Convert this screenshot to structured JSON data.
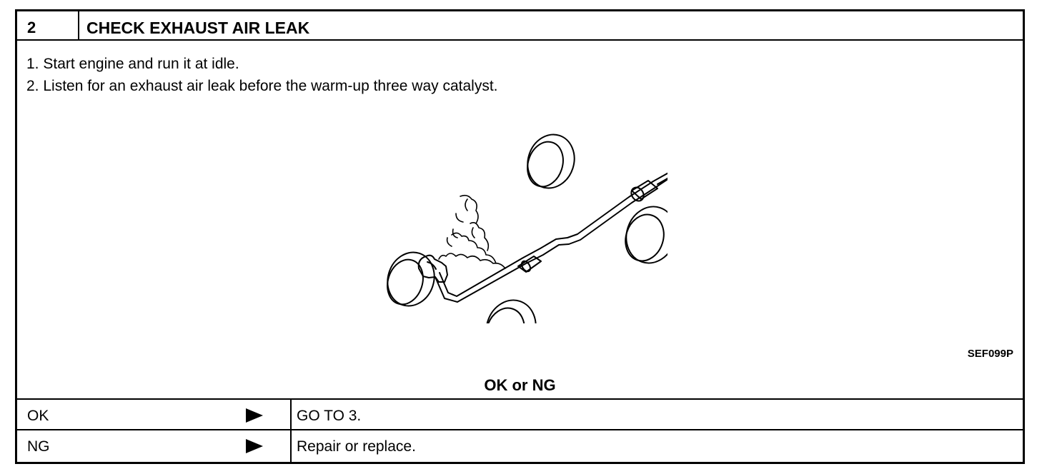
{
  "step": {
    "number": "2",
    "title": "CHECK EXHAUST AIR LEAK"
  },
  "instructions": [
    "1. Start engine and run it at idle.",
    "2. Listen for an exhaust air leak before the warm-up three way catalyst."
  ],
  "figure": {
    "code": "SEF099P",
    "icon": "exhaust-system-leak-illustration"
  },
  "decision_label": "OK or NG",
  "results": [
    {
      "key": "OK",
      "action": "GO TO 3."
    },
    {
      "key": "NG",
      "action": "Repair or replace."
    }
  ]
}
